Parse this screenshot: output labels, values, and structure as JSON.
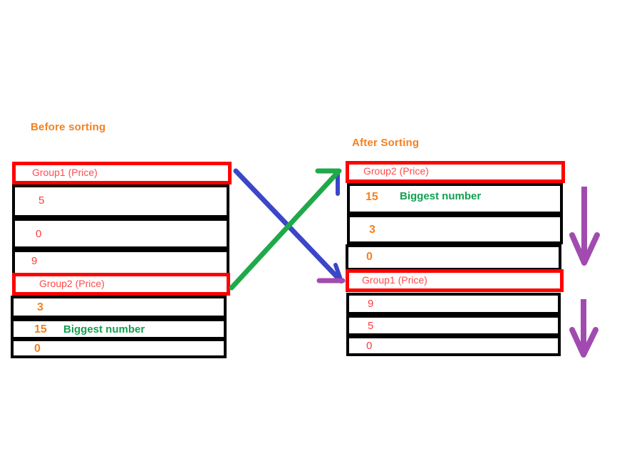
{
  "diagram": {
    "title_before": "Before sorting",
    "title_after": "After Sorting",
    "note_label": "Biggest number",
    "colors": {
      "title_orange": "#F4801F",
      "header_red": "#FF0000",
      "header_text_red": "#FF4B4B",
      "value_red": "#FF3B3B",
      "value_orange": "#F4801F",
      "note_green": "#12A050",
      "row_black": "#000000",
      "arrow_blue": "#3B46C8",
      "arrow_green": "#1FA94A",
      "arrow_purple": "#A14BB0"
    }
  },
  "before": {
    "groups": [
      {
        "header": "Group1 (Price)",
        "rows": [
          {
            "value": "5",
            "note": ""
          },
          {
            "value": "0",
            "note": ""
          },
          {
            "value": "9",
            "note": ""
          }
        ]
      },
      {
        "header": "Group2 (Price)",
        "rows": [
          {
            "value": "3",
            "note": ""
          },
          {
            "value": "15",
            "note": "Biggest number"
          },
          {
            "value": "0",
            "note": ""
          }
        ]
      }
    ]
  },
  "after": {
    "groups": [
      {
        "header": "Group2 (Price)",
        "rows": [
          {
            "value": "15",
            "note": "Biggest number"
          },
          {
            "value": "3",
            "note": ""
          },
          {
            "value": "0",
            "note": ""
          }
        ]
      },
      {
        "header": "Group1 (Price)",
        "rows": [
          {
            "value": "9",
            "note": ""
          },
          {
            "value": "5",
            "note": ""
          },
          {
            "value": "0",
            "note": ""
          }
        ]
      }
    ]
  },
  "annotations": {
    "swap_arrow_group1": "blue-arrow-group1-moves-down",
    "swap_arrow_group2": "green-arrow-group2-moves-up",
    "sort_direction_top": "purple-arrow-descending-top",
    "sort_direction_bottom": "purple-arrow-descending-bottom"
  }
}
